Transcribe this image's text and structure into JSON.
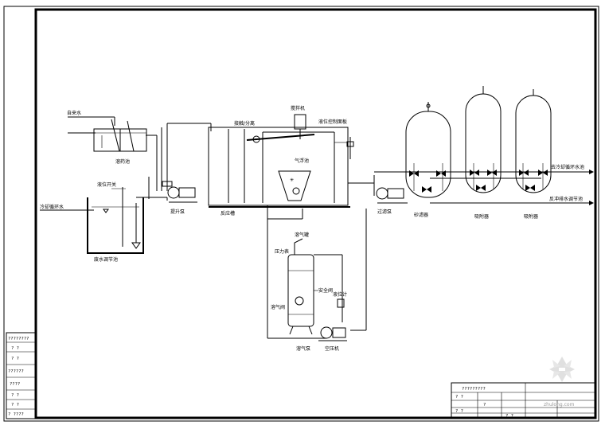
{
  "labels": {
    "tap_water": "自来水",
    "dosing_tank": "溶药池",
    "cooling_return": "冷却循环水",
    "level_switch": "液位开关",
    "adjust_tank": "废水调节池",
    "pump1": "提升泵",
    "reaction_tank": "反应槽",
    "flotation_zone": "接触/分离",
    "mixer": "搅拌机",
    "level_panel": "液位控制面板",
    "air_float": "气浮池",
    "release_tank": "溶气罐",
    "gauge": "压力表",
    "float_valve": "溶气阀",
    "safety_valve": "安全阀",
    "level_gauge": "液位计",
    "air_pump": "溶气泵",
    "air_comp": "空压机",
    "pump2": "过滤泵",
    "sand_filter": "砂滤器",
    "carbon_filter1": "吸附器",
    "carbon_filter2": "吸附器",
    "to_cooling": "去冷却循环水池",
    "backwash": "反冲排水调节池"
  },
  "title_block": {
    "drawing_name": "?????????",
    "rows": [
      "? ?",
      "?",
      "? ?",
      "? ?"
    ]
  },
  "left_block": [
    "????????",
    "?  ?",
    "?  ?",
    "??????",
    "????",
    "? ?",
    "? ?",
    "? ????"
  ],
  "watermark": "zhulong.com"
}
